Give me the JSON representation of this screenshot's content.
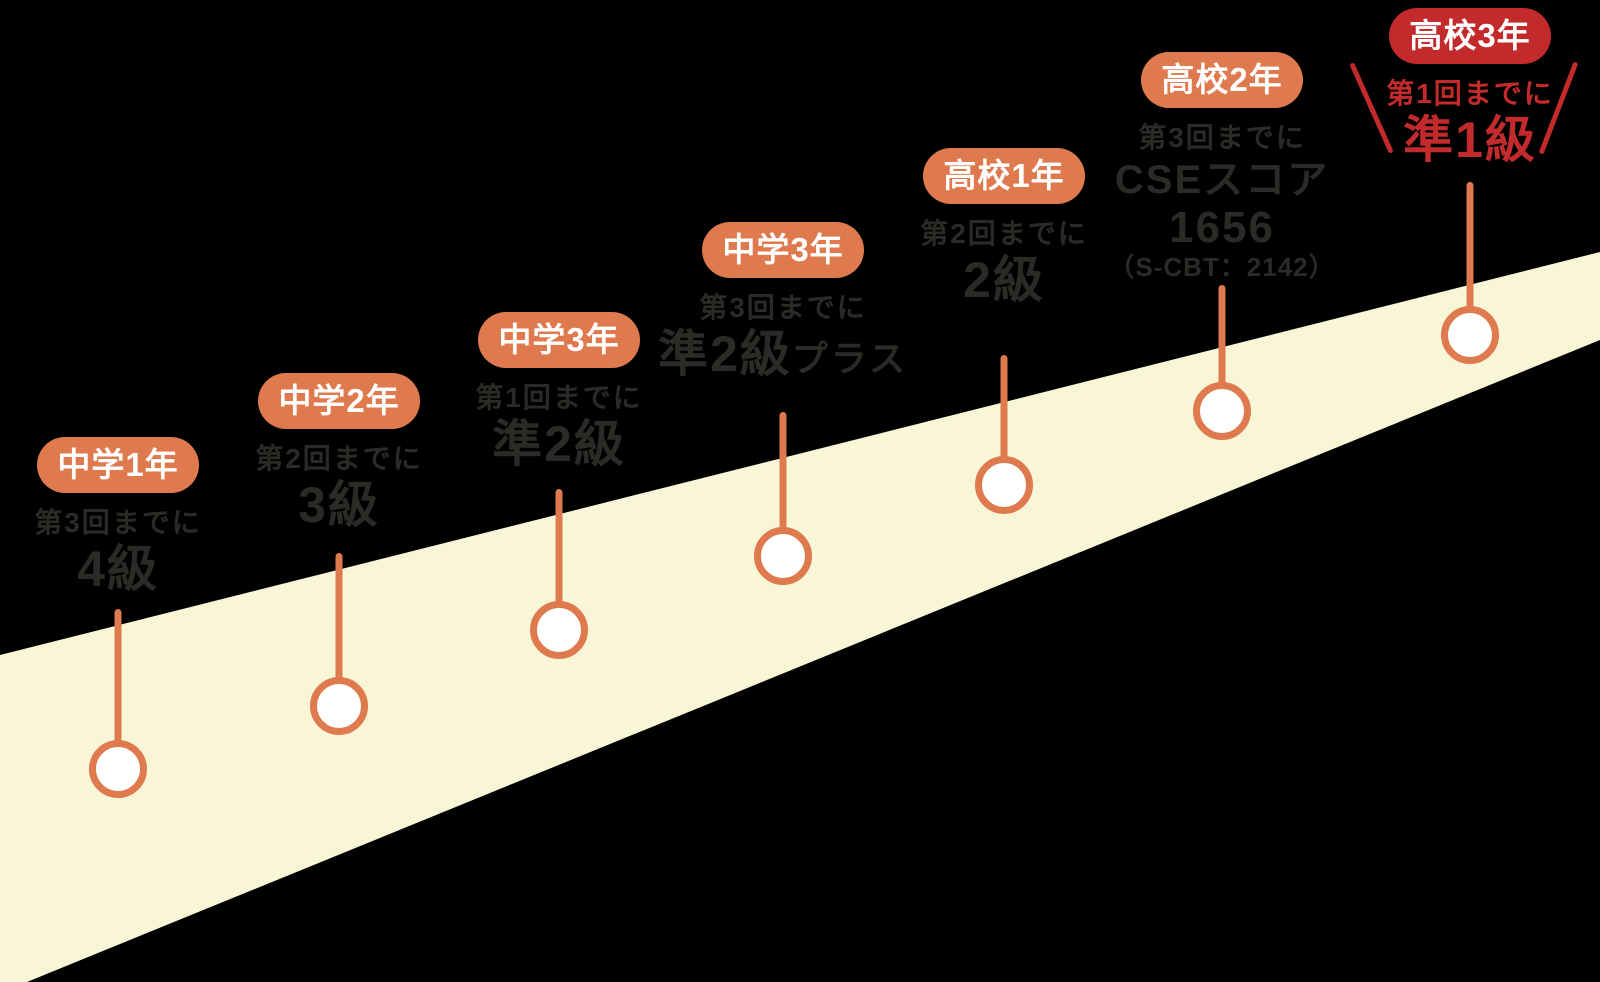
{
  "colors": {
    "background": "#000000",
    "band": "#F9F6D8",
    "orange_accent": "#DF7A4E",
    "red_accent": "#C22A2C",
    "text_dark": "#2B2A27",
    "node_fill": "#FFFFFF",
    "badge_text": "#FFFFFF"
  },
  "timeline": {
    "description": "Eiken level roadmap ascending from lower-left to upper-right",
    "milestones": [
      {
        "grade": "中学1年",
        "deadline": "第3回までに",
        "target": "4級"
      },
      {
        "grade": "中学2年",
        "deadline": "第2回までに",
        "target": "3級"
      },
      {
        "grade": "中学3年",
        "deadline": "第1回までに",
        "target": "準2級"
      },
      {
        "grade": "中学3年",
        "deadline": "第3回までに",
        "target": "準2級",
        "target_suffix": "プラス"
      },
      {
        "grade": "高校1年",
        "deadline": "第2回までに",
        "target": "2級"
      },
      {
        "grade": "高校2年",
        "deadline": "第3回までに",
        "target_line1": "CSEスコア",
        "target_line2": "1656",
        "target_note": "（S-CBT：2142）"
      },
      {
        "grade": "高校3年",
        "deadline": "第1回までに",
        "target": "準1級"
      }
    ]
  }
}
